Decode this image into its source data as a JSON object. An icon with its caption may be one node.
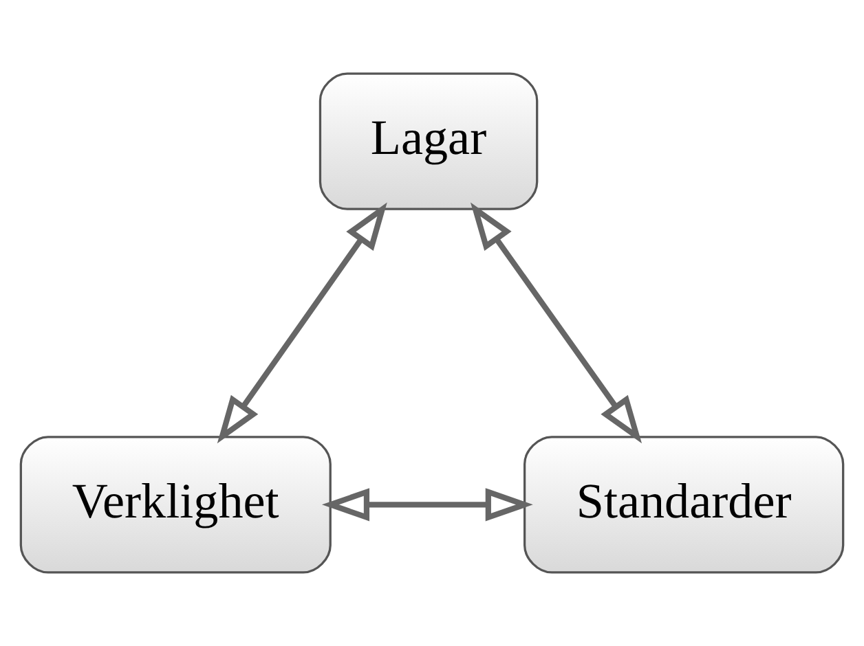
{
  "diagram": {
    "nodes": [
      {
        "text": [
          "Lagar"
        ]
      },
      {
        "text": [
          "Verklighet"
        ]
      },
      {
        "text": [
          "Standarder"
        ]
      }
    ],
    "edges": [
      {
        "from": 0,
        "to": 1,
        "arrow": "both"
      },
      {
        "from": 0,
        "to": 2,
        "arrow": "both"
      },
      {
        "from": 1,
        "to": 2,
        "arrow": "both"
      }
    ]
  }
}
